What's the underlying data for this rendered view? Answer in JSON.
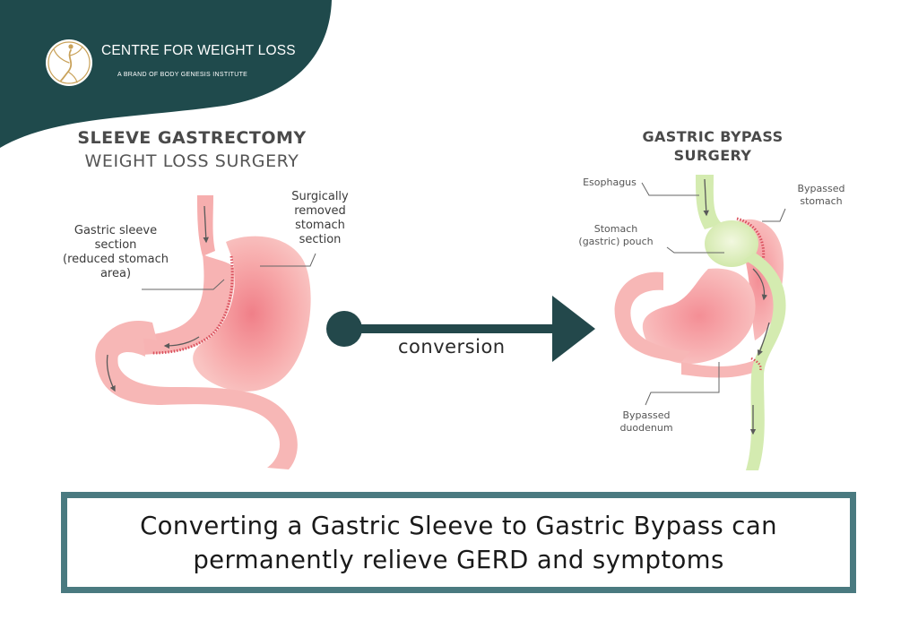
{
  "brand": {
    "name": "CENTRE FOR WEIGHT LOSS",
    "tagline": "A BRAND OF BODY GENESIS INSTITUTE"
  },
  "left_panel": {
    "title_line1": "SLEEVE GASTRECTOMY",
    "title_line2": "WEIGHT LOSS SURGERY",
    "label_sleeve": [
      "Gastric sleeve",
      "section",
      "(reduced stomach",
      "area)"
    ],
    "label_removed": [
      "Surgically",
      "removed",
      "stomach",
      "section"
    ]
  },
  "arrow": {
    "label": "conversion"
  },
  "right_panel": {
    "title_line1": "GASTRIC BYPASS",
    "title_line2": "SURGERY",
    "label_esophagus": "Esophagus",
    "label_bypassed_stomach": [
      "Bypassed",
      "stomach"
    ],
    "label_pouch": [
      "Stomach",
      "(gastric) pouch"
    ],
    "label_duodenum": [
      "Bypassed",
      "duodenum"
    ]
  },
  "caption": {
    "line1": "Converting a Gastric Sleeve to Gastric Bypass can",
    "line2": "permanently relieve GERD and symptoms"
  },
  "colors": {
    "brand_teal": "#1f4a4c",
    "logo_gold": "#c9a25a",
    "stomach_pink": "#f6aeae",
    "stomach_inner": "#f07f88",
    "bypass_green": "#d4ebb0",
    "arrow_teal": "#23484b",
    "caption_border": "#4a7a80"
  },
  "icons": {
    "logo": "dancer-figure-logo",
    "arrow": "right-arrow-icon"
  }
}
